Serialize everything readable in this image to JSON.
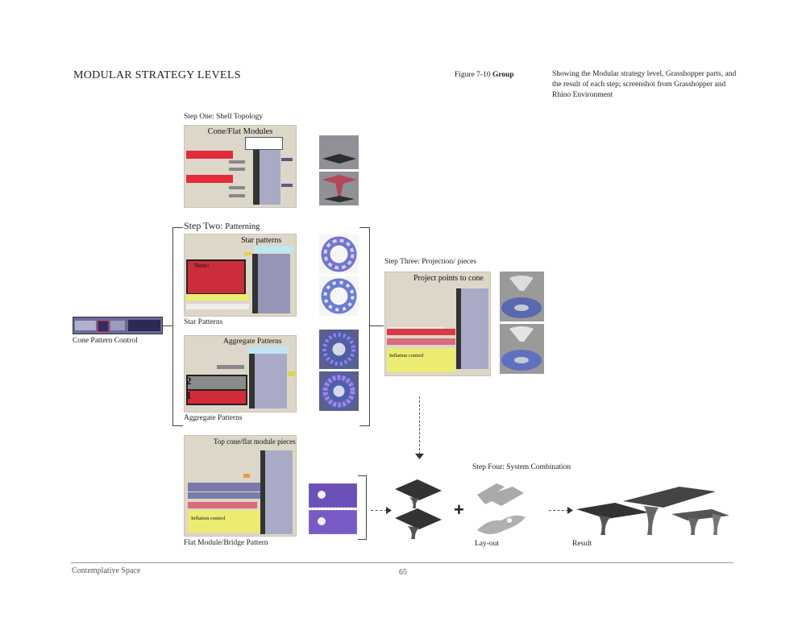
{
  "header": {
    "title": "MODULAR STRATEGY LEVELS",
    "figure_label": "Figure 7-10",
    "figure_bold": "Group",
    "description": "Showing the Modular strategy level, Grasshopper parts, and the result of each step; screenshot from Grasshopper and Rhino Environment"
  },
  "steps": {
    "step1": "Step One: Shell Topology",
    "step2_prefix": "Step Two:",
    "step2_suffix": " Patterning",
    "step3": "Step Three: Projection/ pieces",
    "step4": "Step Four: System Combination"
  },
  "panels": {
    "cone_flat": "Cone/Flat Modules",
    "star": "Star patterns",
    "aggregate": "Aggregate Patterns",
    "project": "Project points to cone",
    "top_cone": "Top cone/flat module pieces",
    "note": "Note:",
    "inflation1": "Inflation control",
    "inflation2": "Inflation control",
    "num2": "2",
    "num1": "1"
  },
  "captions": {
    "star_patterns": "Star Patterns",
    "aggregate_patterns": "Aggregate Patterns",
    "cone_pattern_control": "Cone Pattern Control",
    "flat_bridge": "Flat Module/Bridge Pattern",
    "layout": "Lay-out",
    "result": "Result"
  },
  "symbols": {
    "plus": "+"
  },
  "footer": {
    "left": "Contemplative Space",
    "page": "65"
  }
}
